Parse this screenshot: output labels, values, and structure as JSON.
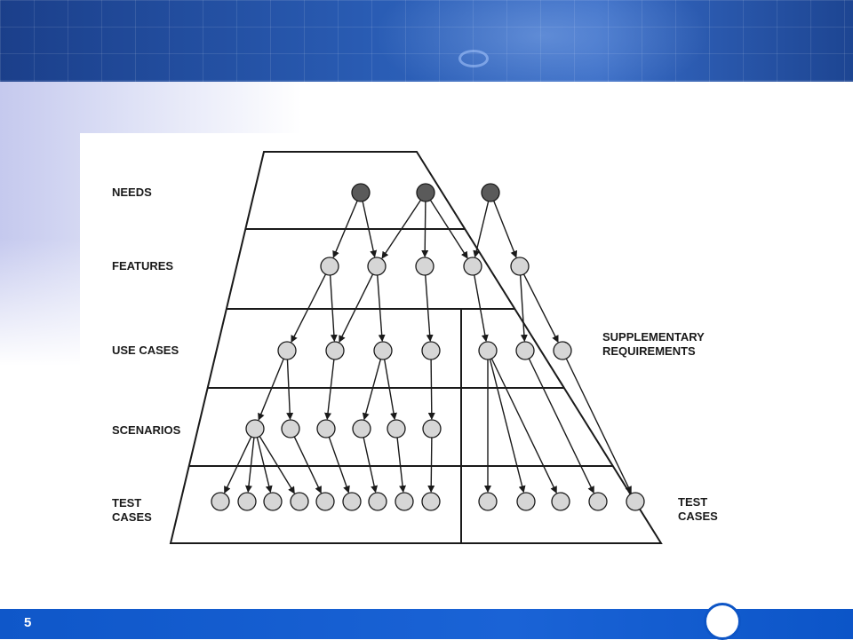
{
  "slide": {
    "page_number": "5"
  },
  "diagram": {
    "levels": [
      "NEEDS",
      "FEATURES",
      "USE CASES",
      "SCENARIOS",
      "TEST\nCASES"
    ],
    "right_labels": {
      "supplementary": "SUPPLEMENTARY\nREQUIREMENTS",
      "test_cases": "TEST\nCASES"
    },
    "colors": {
      "need_node": "#5a5a5a",
      "node": "#d6d6d6",
      "stroke": "#1a1a1a"
    }
  }
}
